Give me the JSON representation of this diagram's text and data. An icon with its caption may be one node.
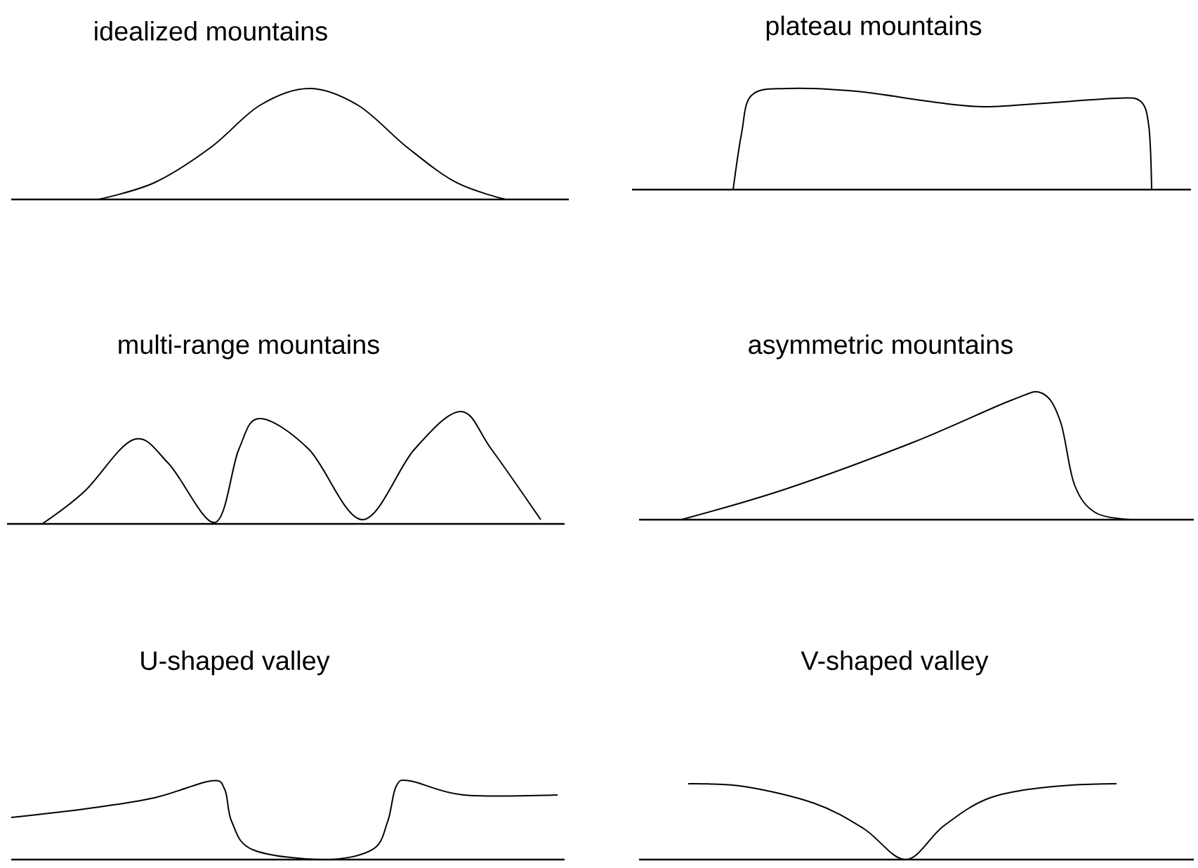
{
  "diagram": {
    "labels": [
      "idealized mountains",
      "plateau mountains",
      "multi-range mountains",
      "asymmetric mountains",
      "U-shaped valley",
      "V-shaped valley"
    ]
  }
}
